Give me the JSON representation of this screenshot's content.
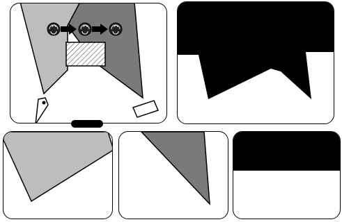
{
  "diagram": {
    "panels": [
      {
        "id": "combined-view",
        "contents": [
          "light-gray-region",
          "dark-gray-region",
          "hatched-box",
          "source-symbols",
          "arrows",
          "camera-a",
          "camera-b"
        ]
      },
      {
        "id": "black-top-silhouette",
        "contents": [
          "black-jagged-region"
        ]
      },
      {
        "id": "light-gray-only",
        "contents": [
          "light-gray-region"
        ]
      },
      {
        "id": "dark-gray-only",
        "contents": [
          "dark-gray-region"
        ]
      },
      {
        "id": "black-only",
        "contents": [
          "black-band"
        ]
      }
    ],
    "colors": {
      "light_gray": "#bdbdbd",
      "dark_gray": "#7a7a7a",
      "black": "#000000",
      "outline": "#000000",
      "background": "#ffffff"
    },
    "source_symbols": {
      "count": 3,
      "icon": "swirl-circle-icon"
    },
    "arrows": {
      "count": 2,
      "direction": "right"
    },
    "hatched_box": {
      "pattern": "diagonal-hatch"
    },
    "pill_handle": {
      "color": "#000000"
    }
  }
}
